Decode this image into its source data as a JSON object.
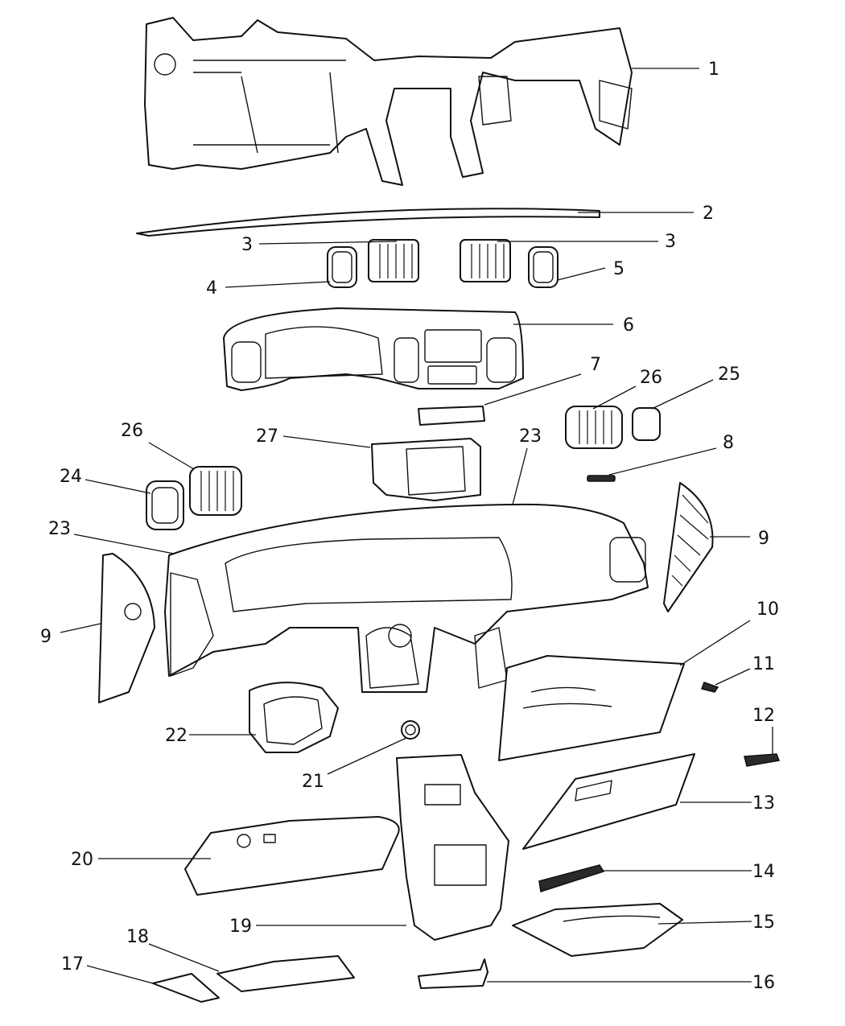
{
  "callouts": {
    "c1": "1",
    "c2": "2",
    "c3a": "3",
    "c3b": "3",
    "c4": "4",
    "c5": "5",
    "c6": "6",
    "c7": "7",
    "c8": "8",
    "c9a": "9",
    "c9b": "9",
    "c10": "10",
    "c11": "11",
    "c12": "12",
    "c13": "13",
    "c14": "14",
    "c15": "15",
    "c16": "16",
    "c17": "17",
    "c18": "18",
    "c19": "19",
    "c20": "20",
    "c21": "21",
    "c22": "22",
    "c23a": "23",
    "c23b": "23",
    "c24": "24",
    "c25": "25",
    "c26a": "26",
    "c26b": "26",
    "c27": "27"
  }
}
